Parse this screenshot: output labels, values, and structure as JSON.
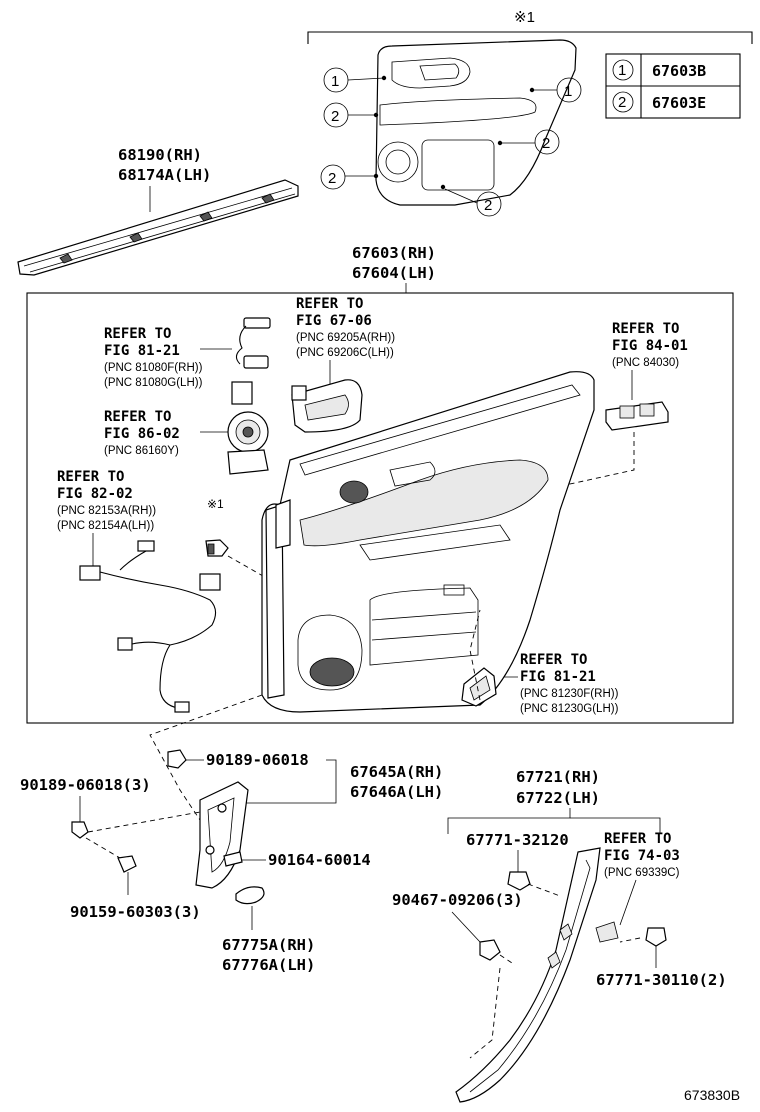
{
  "note_mark": "※1",
  "note_mark_small": "※1",
  "table": {
    "rows": [
      {
        "num": "①",
        "part": "67603B"
      },
      {
        "num": "②",
        "part": "67603E"
      }
    ]
  },
  "callout_1": "1",
  "callout_2": "2",
  "parts": {
    "belt_molding": [
      "68190(RH)",
      "68174A(LH)"
    ],
    "panel": [
      "67603(RH)",
      "67604(LH)"
    ],
    "bracket": [
      "67645A(RH)",
      "67646A(LH)"
    ],
    "screw_top": "90189-06018",
    "screw_left": "90189-06018(3)",
    "screw_mid": "90164-60014",
    "screw_bottom": "90159-60303(3)",
    "bracket_cover": [
      "67775A(RH)",
      "67776A(LH)"
    ],
    "sill_trim": [
      "67721(RH)",
      "67722(LH)"
    ],
    "clip_a": "67771-32120",
    "clip_b": "90467-09206(3)",
    "clip_c": "67771-30110(2)"
  },
  "refs": {
    "r8121_top": {
      "l1": "REFER TO",
      "l2": "FIG 81-21",
      "p1": "(PNC 81080F(RH))",
      "p2": "(PNC 81080G(LH))"
    },
    "r6706": {
      "l1": "REFER TO",
      "l2": "FIG 67-06",
      "p1": "(PNC 69205A(RH))",
      "p2": "(PNC 69206C(LH))"
    },
    "r8401": {
      "l1": "REFER TO",
      "l2": "FIG 84-01",
      "p1": "(PNC 84030)"
    },
    "r8602": {
      "l1": "REFER TO",
      "l2": "FIG 86-02",
      "p1": "(PNC 86160Y)"
    },
    "r8202": {
      "l1": "REFER TO",
      "l2": "FIG 82-02",
      "p1": "(PNC 82153A(RH))",
      "p2": "(PNC 82154A(LH))"
    },
    "r8121_bot": {
      "l1": "REFER TO",
      "l2": "FIG 81-21",
      "p1": "(PNC 81230F(RH))",
      "p2": "(PNC 81230G(LH))"
    },
    "r7403": {
      "l1": "REFER TO",
      "l2": "FIG 74-03",
      "p1": "(PNC 69339C)"
    }
  },
  "figure_id": "673830B"
}
